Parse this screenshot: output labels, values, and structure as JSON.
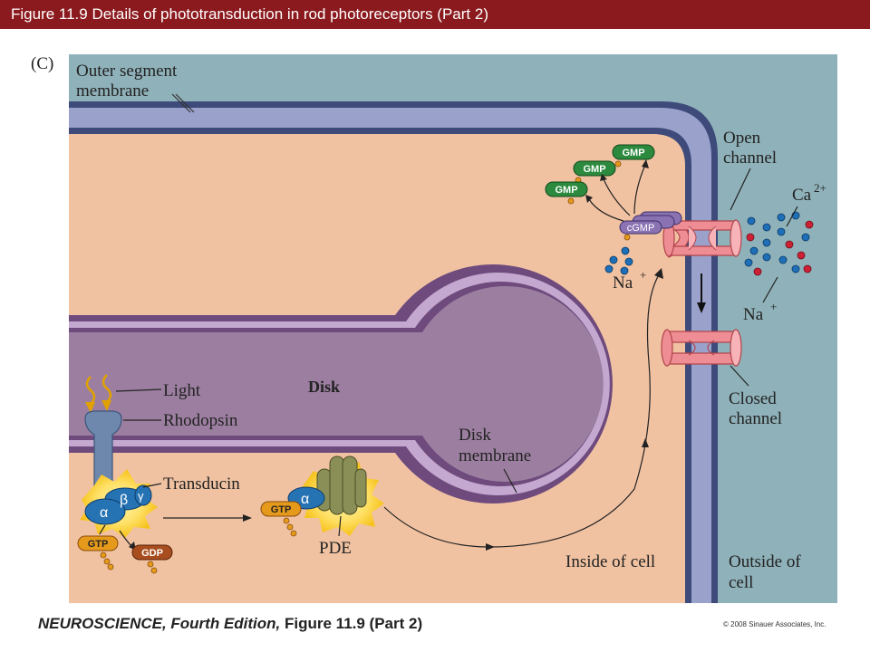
{
  "header": {
    "title": "Figure 11.9  Details of phototransduction in rod photoreceptors (Part 2)"
  },
  "panel_label": "(C)",
  "labels": {
    "outer_segment_1": "Outer segment",
    "outer_segment_2": "membrane",
    "open_channel_1": "Open",
    "open_channel_2": "channel",
    "ca": "Ca",
    "ca_sup": "2+",
    "na_in": "Na",
    "na_out": "Na",
    "na_sup": "+",
    "light": "Light",
    "rhodopsin": "Rhodopsin",
    "disk": "Disk",
    "transducin": "Transducin",
    "pde": "PDE",
    "disk_membrane_1": "Disk",
    "disk_membrane_2": "membrane",
    "closed_channel_1": "Closed",
    "closed_channel_2": "channel",
    "inside_cell": "Inside of cell",
    "outside_cell_1": "Outside of",
    "outside_cell_2": "cell"
  },
  "molecules": {
    "gmp": "GMP",
    "cgmp": "cGMP",
    "gtp": "GTP",
    "gdp": "GDP",
    "alpha": "α",
    "beta": "β",
    "gamma": "γ"
  },
  "footer": {
    "book": "NEUROSCIENCE, Fourth Edition,",
    "figure": " Figure 11.9 (Part 2)",
    "copyright": "© 2008 Sinauer Associates, Inc."
  },
  "colors": {
    "title_bar": "#8b1a1e",
    "outside": "#8fb1b9",
    "inside": "#f0c2a2",
    "disk_fill": "#9c7fa0",
    "membrane_dark": "#3d4a7a",
    "membrane_light": "#9aa2cc",
    "disk_membrane_dark": "#6e4a7d",
    "disk_membrane_light": "#c4a8cf",
    "gmp_green": "#2c8a3e",
    "gtp_orange": "#e59a1c",
    "gdp_brown": "#a84d1e",
    "channel_pink": "#ee8d93",
    "protein_blue": "#2673b4",
    "rhodopsin": "#6e88ad",
    "pde_olive": "#8a8f57",
    "ion_blue": "#1e6fb8",
    "ion_red": "#cc2035"
  }
}
